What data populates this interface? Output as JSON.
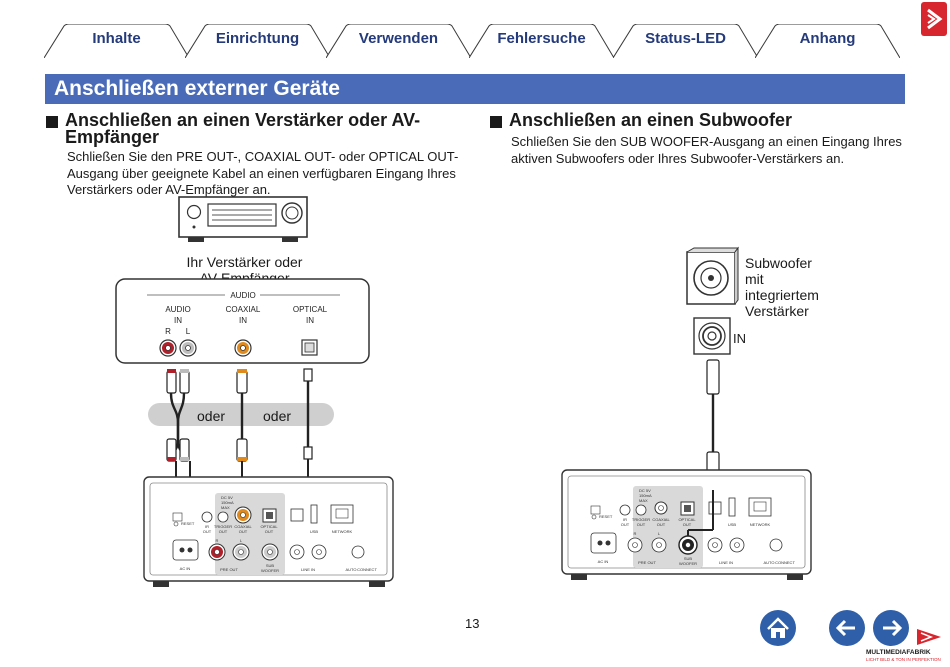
{
  "tabs": [
    {
      "label": "Inhalte"
    },
    {
      "label": "Einrichtung"
    },
    {
      "label": "Verwenden"
    },
    {
      "label": "Fehlersuche"
    },
    {
      "label": "Status-LED"
    },
    {
      "label": "Anhang"
    }
  ],
  "section": {
    "title": "Anschließen externer Geräte"
  },
  "left": {
    "heading_line1": "Anschließen an einen Verstärker oder AV-",
    "heading_line2": "Empfänger",
    "body_lines": [
      "Schließen Sie den PRE OUT-, COAXIAL OUT- oder OPTICAL OUT-",
      "Ausgang über geeignete Kabel an einen verfügbaren Eingang Ihres",
      "Verstärkers oder AV-Empfänger an."
    ],
    "device_label_line1": "Ihr Verstärker oder",
    "device_label_line2": "AV-Empfänger",
    "panel": {
      "group": "AUDIO",
      "audio_in_1": "AUDIO",
      "audio_in_2": "IN",
      "r": "R",
      "l": "L",
      "coaxial_1": "COAXIAL",
      "coaxial_2": "IN",
      "optical_1": "OPTICAL",
      "optical_2": "IN"
    },
    "or_1": "oder",
    "or_2": "oder"
  },
  "right": {
    "heading": "Anschließen an einen Subwoofer",
    "body_lines": [
      "Schließen Sie den SUB WOOFER-Ausgang an einen Eingang Ihres",
      "aktiven Subwoofers oder Ihres Subwoofer-Verstärkers an."
    ],
    "sub_label_lines": [
      "Subwoofer",
      "mit",
      "integriertem",
      "Verstärker"
    ],
    "in_label": "IN"
  },
  "player_labels": {
    "dc": "DC 5V",
    "ma": "150mA",
    "max": "MAX",
    "reset": "RESET",
    "ir": "IR",
    "out": "OUT",
    "trigger": "TRIGGER",
    "coaxial": "COAXIAL",
    "optical": "OPTICAL",
    "network": "NETWORK",
    "usb": "USB",
    "pre_out": "PRE OUT",
    "sub": "SUB",
    "woofer": "WOOFER",
    "line_in": "LINE IN",
    "auto": "AUTO",
    "connect": "CONNECT",
    "ac_in": "AC IN",
    "r": "R",
    "l": "L"
  },
  "page_number": "13",
  "footer": {
    "brand": "MULTIMEDIAFABRIK",
    "tagline": "LICHT BILD & TON IN PERFEKTION"
  },
  "colors": {
    "tab_text": "#243a7a",
    "section_bar": "#4a6cb8",
    "nav_blue": "#2f5fa8",
    "brand_red": "#d7262e",
    "rca_red": "#b0202a",
    "coax_orange": "#e08a1e"
  }
}
